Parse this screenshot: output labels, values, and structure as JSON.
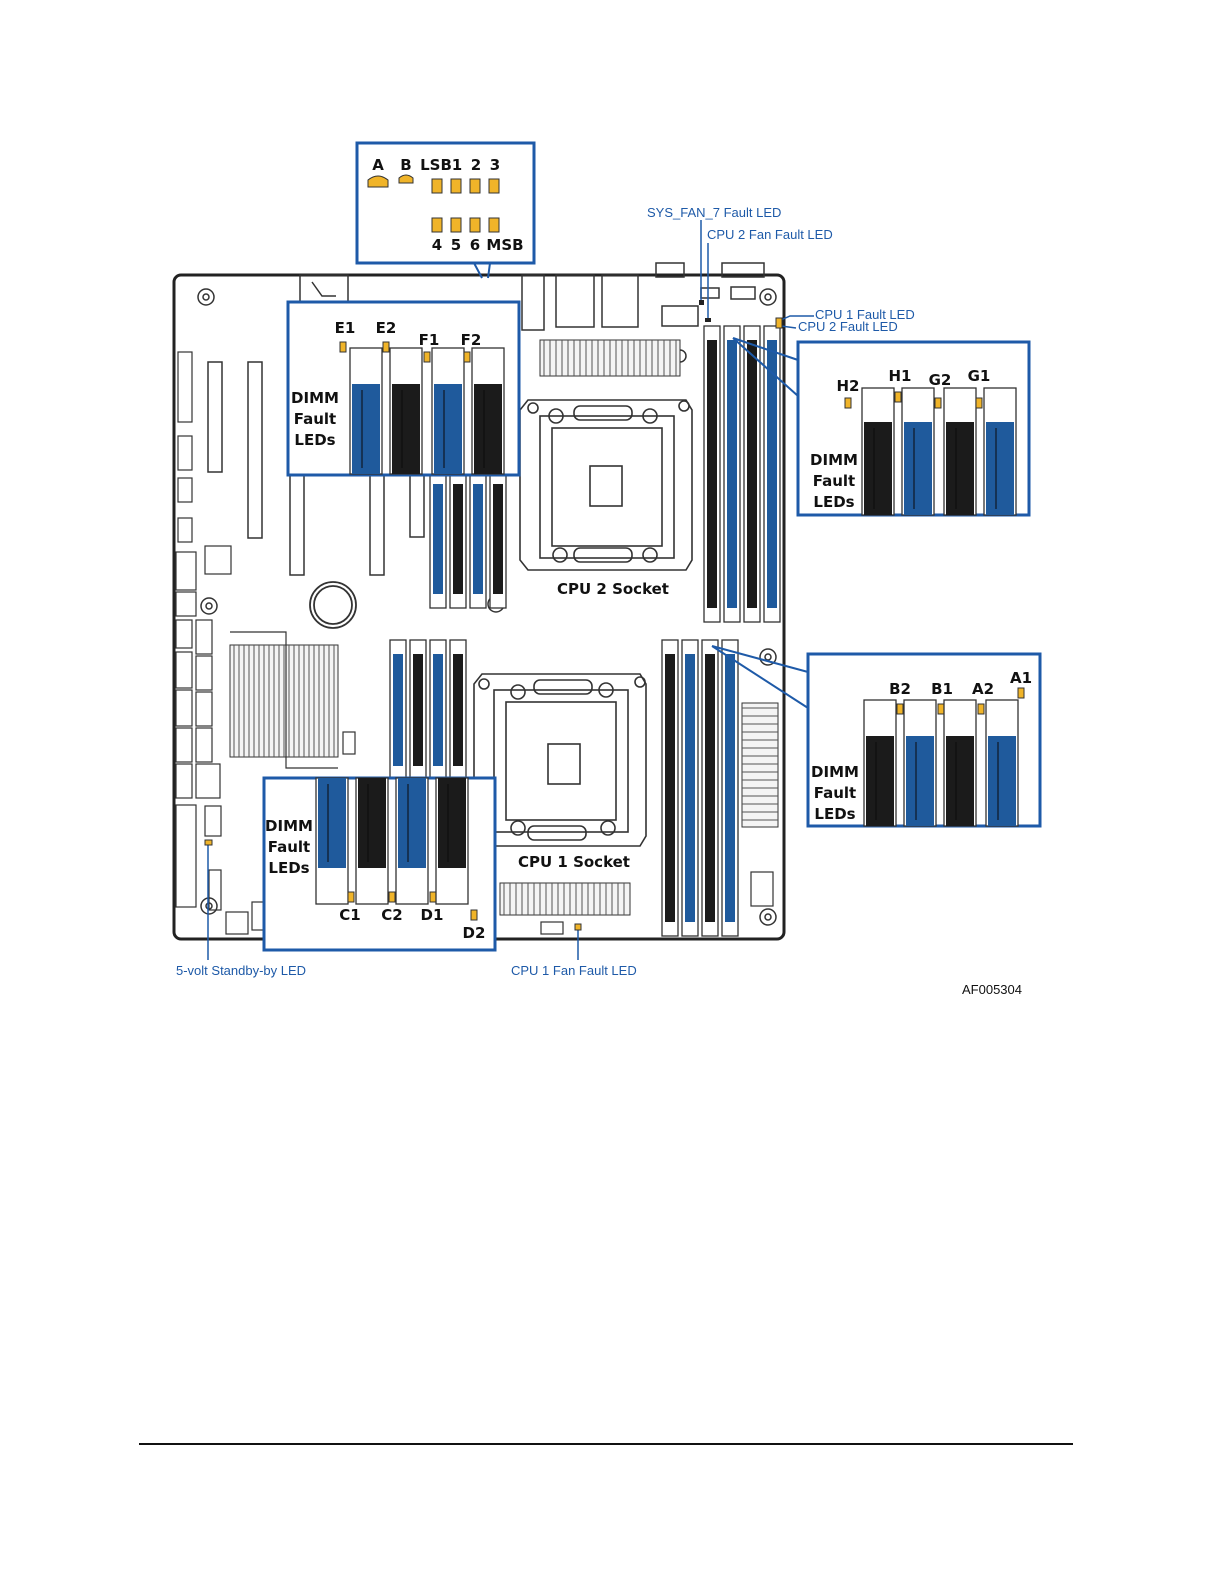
{
  "colors": {
    "dimm_blue": "#1f5a9c",
    "dimm_black": "#1b1b1b",
    "led_amber": "#f0b429",
    "callout_blue": "#1e5aa8",
    "board_line": "#222222"
  },
  "post_code": {
    "top_labels": [
      "A",
      "B",
      "LSB",
      "1",
      "2",
      "3"
    ],
    "bottom_labels": [
      "4",
      "5",
      "6",
      "MSB"
    ]
  },
  "dimm_callout": {
    "title_lines": [
      "DIMM",
      "Fault",
      "LEDs"
    ]
  },
  "slots": {
    "cpu2_left": [
      "E1",
      "E2",
      "F1",
      "F2"
    ],
    "cpu2_right": [
      "H2",
      "H1",
      "G2",
      "G1"
    ],
    "cpu1_right": [
      "B2",
      "B1",
      "A2",
      "A1"
    ],
    "cpu1_left": [
      "C1",
      "C2",
      "D1",
      "D2"
    ]
  },
  "sockets": {
    "cpu2": "CPU 2 Socket",
    "cpu1": "CPU 1 Socket"
  },
  "led_callouts": {
    "sys_fan_7": "SYS_FAN_7 Fault LED",
    "cpu2_fan": "CPU 2 Fan Fault LED",
    "cpu1_fault": "CPU 1 Fault LED",
    "cpu2_fault": "CPU 2 Fault LED",
    "standby": "5-volt Standby-by LED",
    "cpu1_fan": "CPU 1 Fan Fault LED"
  },
  "figure_id": "AF005304"
}
